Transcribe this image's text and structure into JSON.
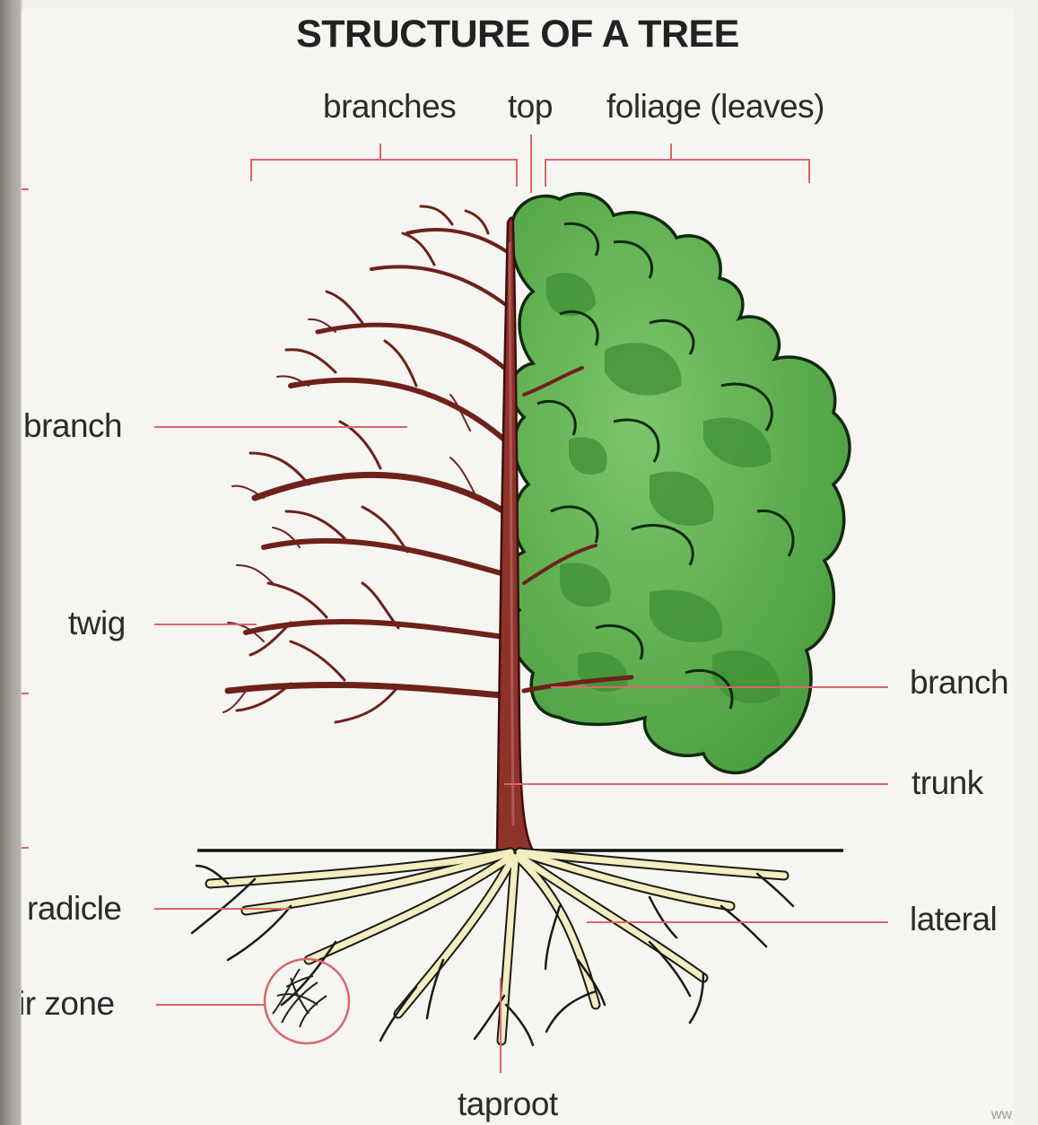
{
  "title": "STRUCTURE OF A TREE",
  "labels": {
    "branches": "branches",
    "top": "top",
    "foliage": "foliage (leaves)",
    "branch_left": "branch",
    "twig": "twig",
    "branch_right": "branch",
    "trunk": "trunk",
    "radicle": "radicle",
    "lateral": "lateral",
    "root_hair_zone": "ir zone",
    "taproot": "taproot"
  },
  "watermark": "ww",
  "colors": {
    "leader_line": "#d9656e",
    "trunk": "#7a2a22",
    "foliage": "#5fb34f",
    "foliage_dark": "#2f7a2a",
    "roots": "#f2ecc0",
    "ground": "#111111"
  }
}
